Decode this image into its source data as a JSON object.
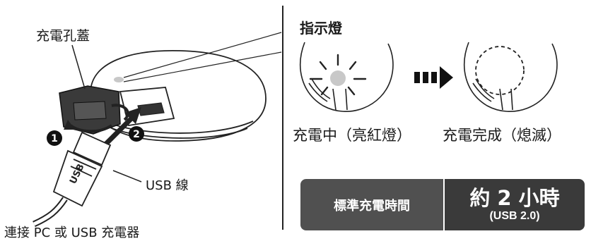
{
  "labels": {
    "port_cover": "充電孔蓋",
    "usb_cable": "USB 線",
    "connect": "連接 PC 或 USB 充電器",
    "step1": "1",
    "step2": "2"
  },
  "indicator": {
    "title": "指示燈",
    "state_charging": "充電中（亮紅燈）",
    "state_done": "充電完成（熄滅）",
    "lamp_color": "#c8c8c8"
  },
  "charge_time": {
    "label": "標準充電時間",
    "value": "約 2 小時",
    "note": "(USB 2.0)"
  }
}
